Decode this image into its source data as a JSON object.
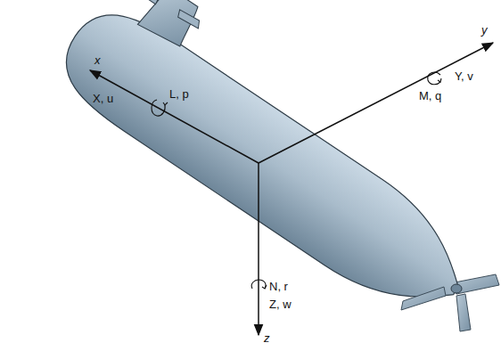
{
  "diagram": {
    "labels": [
      "x",
      "L, p",
      "X, u",
      "y",
      "Y, v",
      "M, q",
      "N, r",
      "Z, w",
      "z"
    ]
  }
}
